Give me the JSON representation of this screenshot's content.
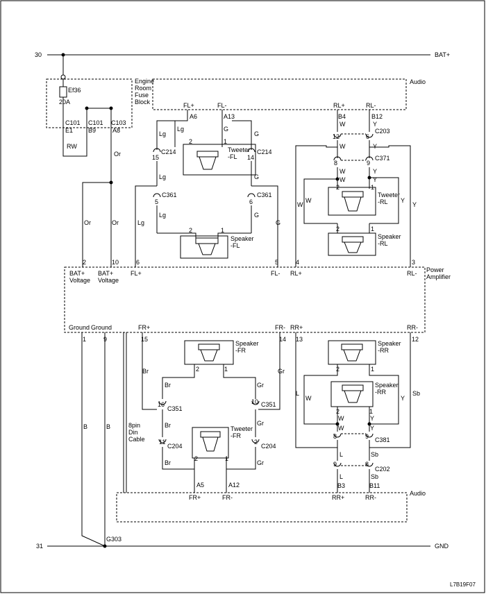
{
  "rails": {
    "bat_num": "30",
    "bat_label": "BAT+",
    "gnd_num": "31",
    "gnd_label": "GND"
  },
  "fuse_block": {
    "title_lines": [
      "Engine",
      "Room",
      "Fuse",
      "Block"
    ],
    "fuse_name": "Ef36",
    "fuse_rating": "20A",
    "pins": [
      {
        "conn": "C101",
        "pin": "E1"
      },
      {
        "conn": "C101",
        "pin": "B9"
      },
      {
        "conn": "C103",
        "pin": "A8"
      }
    ]
  },
  "audio_top": {
    "title": "Audio",
    "pins": [
      {
        "name": "FL+",
        "num": "A6"
      },
      {
        "name": "FL-",
        "num": "A13"
      },
      {
        "name": "RL+",
        "num": "B4"
      },
      {
        "name": "RL-",
        "num": "B12"
      }
    ]
  },
  "audio_bottom": {
    "title": "Audio",
    "pins": [
      {
        "name": "FR+",
        "num": "A5"
      },
      {
        "name": "FR-",
        "num": "A12"
      },
      {
        "name": "RR+",
        "num": "B3"
      },
      {
        "name": "RR-",
        "num": "B11"
      }
    ]
  },
  "amplifier": {
    "title_lines": [
      "Power",
      "Amplifier"
    ],
    "top_pins": [
      {
        "num": "2",
        "label": [
          "BAT+",
          "Voltage"
        ]
      },
      {
        "num": "10",
        "label": [
          "BAT+",
          "Voltage"
        ]
      },
      {
        "num": "6",
        "label": [
          "FL+"
        ]
      },
      {
        "num": "5",
        "label": [
          "FL-"
        ]
      },
      {
        "num": "4",
        "label": [
          "RL+"
        ]
      },
      {
        "num": "3",
        "label": [
          "RL-"
        ]
      }
    ],
    "bottom_pins": [
      {
        "num": "1",
        "label": "Ground"
      },
      {
        "num": "9",
        "label": "Ground"
      },
      {
        "num": "15",
        "label": "FR+"
      },
      {
        "num": "14",
        "label": "FR-"
      },
      {
        "num": "13",
        "label": "RR+"
      },
      {
        "num": "12",
        "label": "RR-"
      }
    ]
  },
  "components": {
    "tweeter_fl": [
      "Tweeter",
      "-FL"
    ],
    "speaker_fl": [
      "Speaker",
      "-FL"
    ],
    "tweeter_rl": [
      "Tweeter",
      "-RL"
    ],
    "speaker_rl": [
      "Speaker",
      "-RL"
    ],
    "speaker_fr": [
      "Speaker",
      "-FR"
    ],
    "tweeter_fr": [
      "Tweeter",
      "-FR"
    ],
    "speaker_rr_a": [
      "Speaker",
      "-RR"
    ],
    "speaker_rr_b": [
      "Speaker",
      "-RR"
    ]
  },
  "connectors": {
    "c214": "C214",
    "c361": "C361",
    "c203": "C203",
    "c371": "C371",
    "c351": "C351",
    "c204": "C204",
    "c381": "C381",
    "c202": "C202"
  },
  "wire_colors": {
    "rw": "RW",
    "or": "Or",
    "lg": "Lg",
    "g": "G",
    "w": "W",
    "y": "Y",
    "br": "Br",
    "gr": "Gr",
    "l": "L",
    "sb": "Sb",
    "b": "B"
  },
  "cable_label": [
    "8pin",
    "Din",
    "Cable"
  ],
  "ground_point": "G303",
  "figure_code": "L7B19F07"
}
